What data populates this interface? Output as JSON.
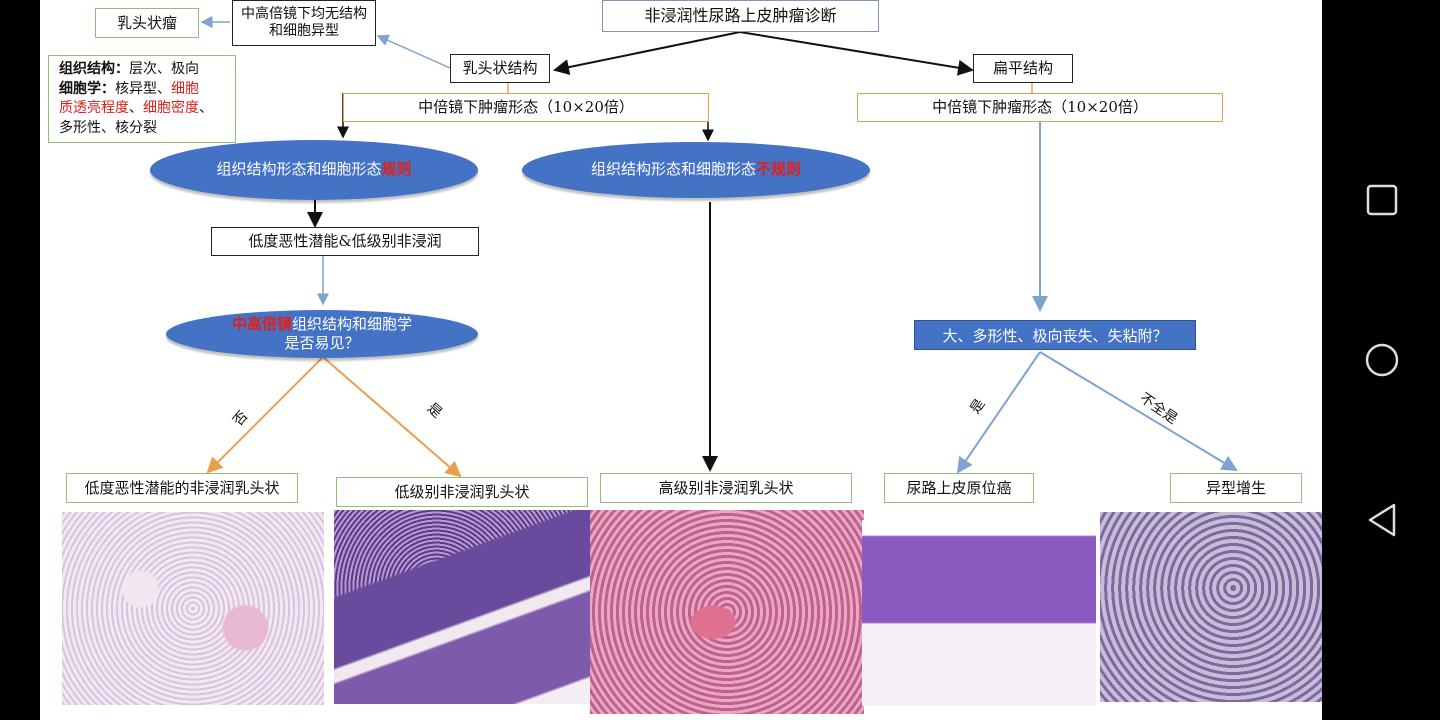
{
  "diagram": {
    "title": "非浸润性尿路上皮肿瘤诊断",
    "papillary_structure": "乳头状结构",
    "flat_structure": "扁平结构",
    "papilloma": "乳头状瘤",
    "no_atypia": "中高倍镜下均无结构和细胞异型",
    "criteria": {
      "line1_label": "组织结构：",
      "line1_text": "层次、极向",
      "line2_label": "细胞学：",
      "line2_text": "核异型、",
      "line2_red": "细胞",
      "line3_red1": "质透亮程度",
      "line3_sep": "、",
      "line3_red2": "细胞密度",
      "line3_end": "、",
      "line4": "多形性、核分裂"
    },
    "medium_left": "中倍镜下肿瘤形态（10×20倍）",
    "medium_right": "中倍镜下肿瘤形态（10×20倍）",
    "regular_text": "组织结构形态和细胞形态",
    "regular_red": "规则",
    "irregular_text": "组织结构形态和细胞形态",
    "irregular_red": "不规则",
    "low_potential_low_grade": "低度恶性潜能&低级别非浸润",
    "question_red": "中高倍镜",
    "question_text": "组织结构和细胞学",
    "question_line2": "是否易见？",
    "no_label": "否",
    "yes_label": "是",
    "flat_question": "大、多形性、极向丧失、失粘附？",
    "flat_yes": "是",
    "flat_not_all": "不全是",
    "outcomes": {
      "plump": "低度恶性潜能的非浸润乳头状",
      "low_grade": "低级别非浸润乳头状",
      "high_grade": "高级别非浸润乳头状",
      "cis": "尿路上皮原位癌",
      "dysplasia": "异型增生"
    }
  },
  "colors": {
    "ellipse_blue": "#4472c4",
    "red_emphasis": "#e0201c",
    "orange_arrow": "#e8a04a",
    "blue_arrow": "#7fa3cc"
  },
  "nav": {
    "square": "recent-apps-icon",
    "circle": "home-icon",
    "triangle": "back-icon"
  }
}
